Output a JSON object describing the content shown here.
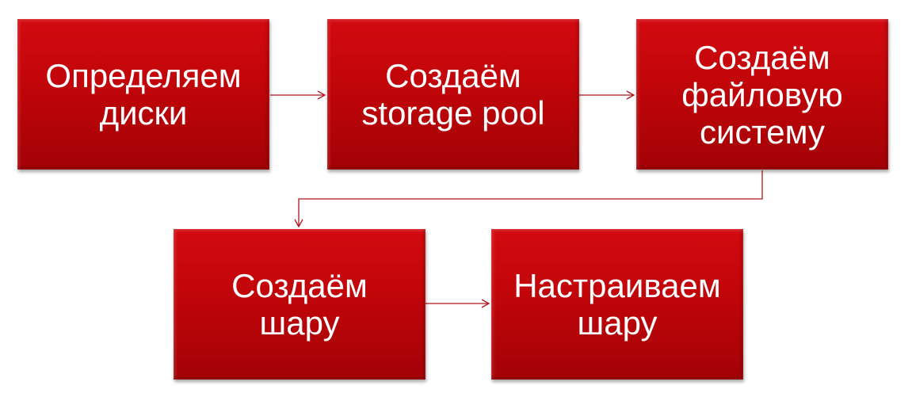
{
  "diagram": {
    "colors": {
      "box_fill_top": "#d20a10",
      "box_fill_bottom": "#a30206",
      "text": "#ffffff",
      "connector": "#b3151c",
      "background": "#ffffff"
    },
    "steps": [
      {
        "line1": "Определяем",
        "line2": "диски",
        "line3": ""
      },
      {
        "line1": "Создаём",
        "line2": "storage pool",
        "line3": ""
      },
      {
        "line1": "Создаём",
        "line2": "файловую",
        "line3": "систему"
      },
      {
        "line1": "Создаём",
        "line2": "шару",
        "line3": ""
      },
      {
        "line1": "Настраиваем",
        "line2": "шару",
        "line3": ""
      }
    ],
    "edges": [
      {
        "from": 1,
        "to": 2
      },
      {
        "from": 2,
        "to": 3
      },
      {
        "from": 3,
        "to": 4
      },
      {
        "from": 4,
        "to": 5
      }
    ]
  }
}
